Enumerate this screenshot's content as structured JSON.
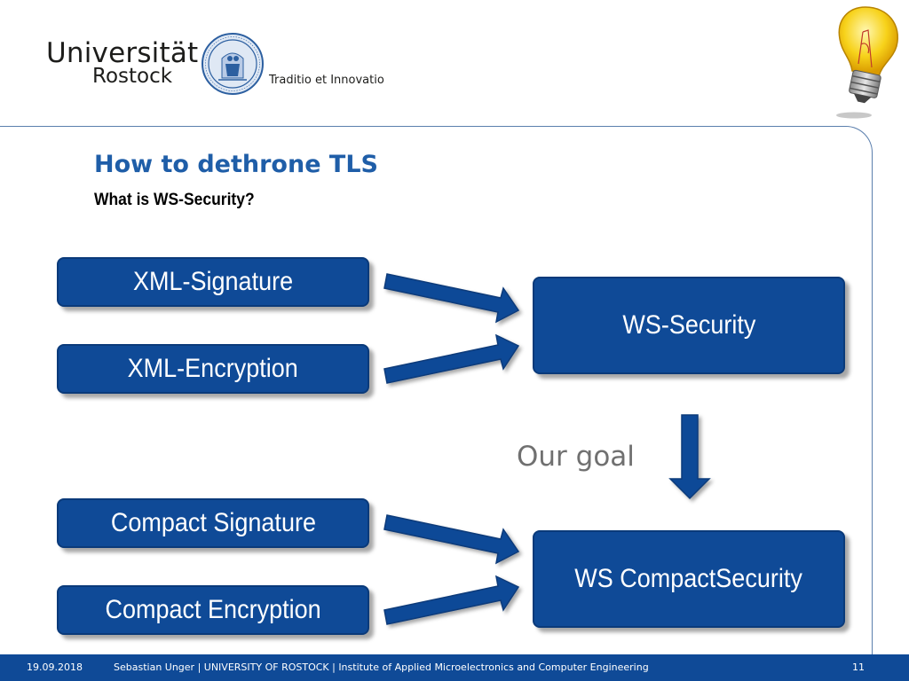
{
  "header": {
    "university_line1": "Universität",
    "university_line2": "Rostock",
    "motto": "Traditio et Innovatio"
  },
  "slide": {
    "title": "How to dethrone TLS",
    "subtitle": "What is WS-Security?",
    "boxes": {
      "xml_signature": "XML-Signature",
      "xml_encryption": "XML-Encryption",
      "ws_security": "WS-Security",
      "compact_signature": "Compact Signature",
      "compact_encryption": "Compact Encryption",
      "ws_compact_security": "WS CompactSecurity"
    },
    "goal_label": "Our goal"
  },
  "footer": {
    "date": "19.09.2018",
    "text": "Sebastian Unger | UNIVERSITY OF ROSTOCK | Institute of Applied Microelectronics and Computer Engineering",
    "page_number": "11"
  },
  "colors": {
    "box_fill": "#0f4a97",
    "title_blue": "#1f5ea8",
    "footer_bg": "#0f4a97",
    "goal_gray": "#707070"
  },
  "icons": [
    "university-seal-icon",
    "light-bulb-icon",
    "arrow-right-icon",
    "arrow-down-icon"
  ]
}
